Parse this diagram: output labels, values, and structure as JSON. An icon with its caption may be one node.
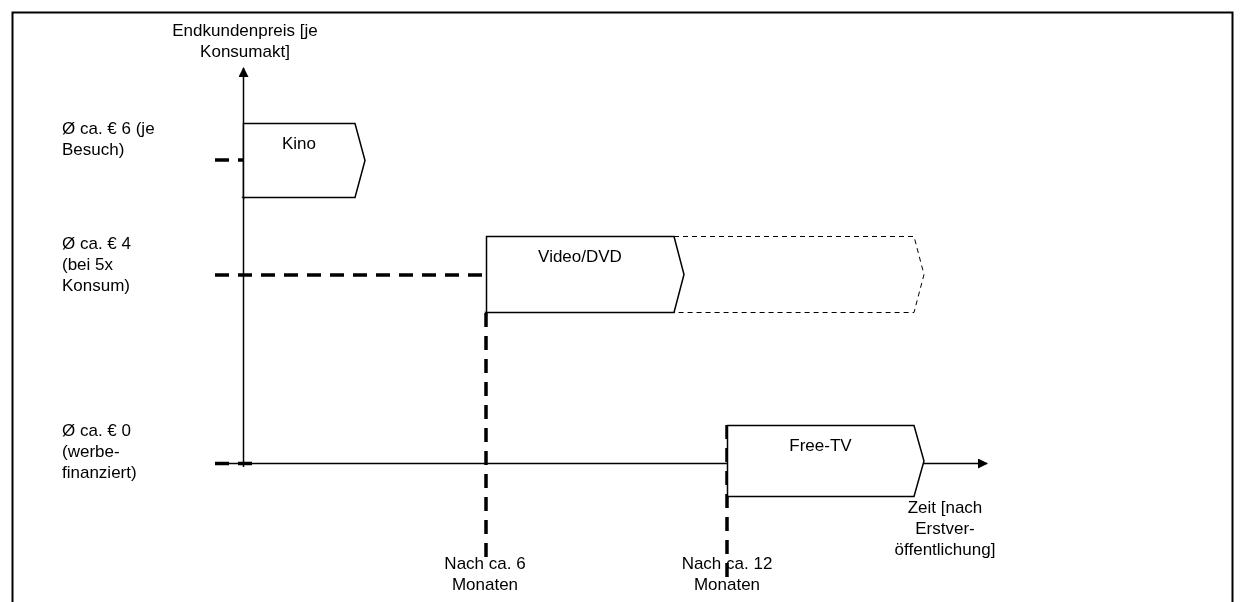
{
  "diagram": {
    "nodes": [
      {
        "text": [
          "Kino"
        ]
      },
      {
        "text": [
          "Video/DVD"
        ]
      },
      {
        "text": [],
        "shape": "pentagon"
      },
      {
        "text": [
          "Free-TV"
        ]
      }
    ],
    "edges": [],
    "labels": [
      "Endkundenpreis [je Konsumakt]",
      "Ø ca. € 6 (je Besuch)",
      "Ø ca. € 4 (bei 5x Konsum)",
      "Ø ca. € 0 (werbe-finanziert)",
      "Zeit [nach Erstver-öffentlichung]",
      "Nach ca. 6 Monaten",
      "Nach ca. 12 Monaten"
    ]
  }
}
